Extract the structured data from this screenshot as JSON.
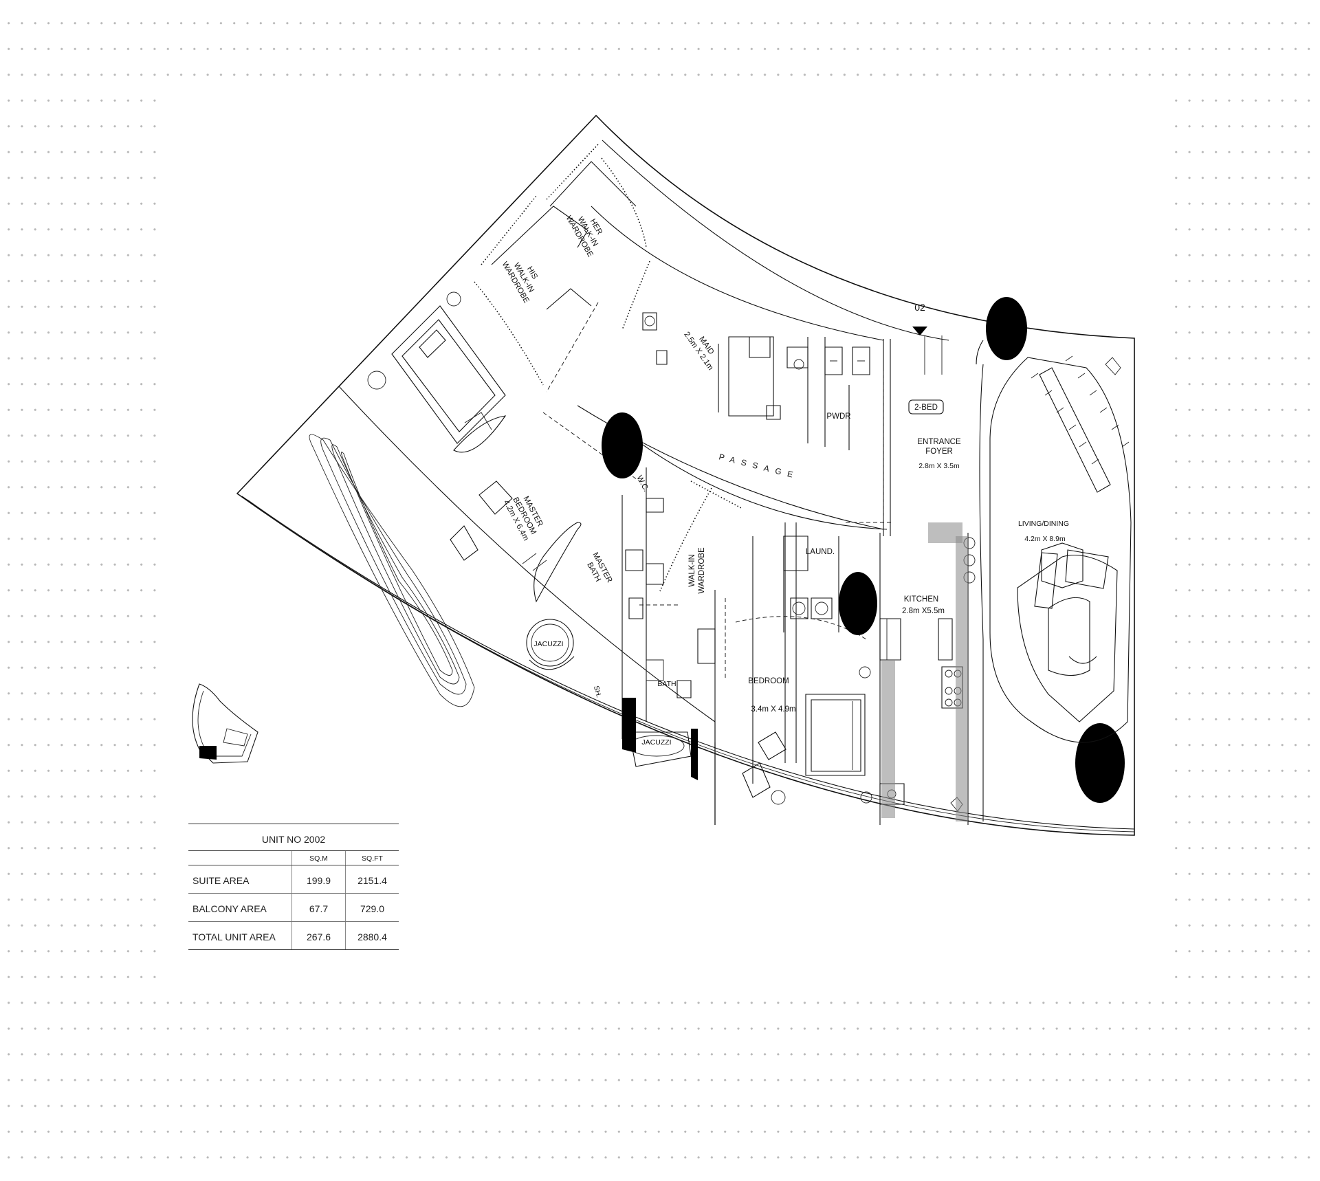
{
  "plan": {
    "marker": "02",
    "unit_tag": "2-BED",
    "passage": "PASSAGE",
    "rooms": {
      "his_wardrobe": [
        "HIS",
        "WALK-IN",
        "WARDROBE"
      ],
      "her_wardrobe": [
        "HER",
        "WALK-IN",
        "WARDROBE"
      ],
      "maid": [
        "MAID",
        "2.5m X 2.1m"
      ],
      "pwdr": "PWDR",
      "entrance": [
        "ENTRANCE",
        "FOYER",
        "2.8m X 3.5m"
      ],
      "living": [
        "LIVING/DINING",
        "4.2m X 8.9m"
      ],
      "master_bedroom": [
        "MASTER",
        "BEDROOM",
        "4.2m X 6.4m"
      ],
      "wc": "W.C.",
      "master_bath": [
        "MASTER",
        "BATH"
      ],
      "walkin_wardrobe": [
        "WALK-IN",
        "WARDROBE"
      ],
      "laund": "LAUND.",
      "kitchen": [
        "KITCHEN",
        "2.8m X5.5m"
      ],
      "jacuzzi_master": "JACUZZI",
      "shower": "SH.",
      "bath": "BATH",
      "jacuzzi_bath": "JACUZZI",
      "bedroom": [
        "BEDROOM",
        "3.4m X 4.9m"
      ]
    }
  },
  "area_table": {
    "title": "UNIT NO 2002",
    "columns": [
      "SQ.M",
      "SQ.FT"
    ],
    "rows": [
      {
        "label": "SUITE AREA",
        "sqm": "199.9",
        "sqft": "2151.4"
      },
      {
        "label": "BALCONY AREA",
        "sqm": "67.7",
        "sqft": "729.0"
      },
      {
        "label": "TOTAL UNIT AREA",
        "sqm": "267.6",
        "sqft": "2880.4"
      }
    ]
  }
}
